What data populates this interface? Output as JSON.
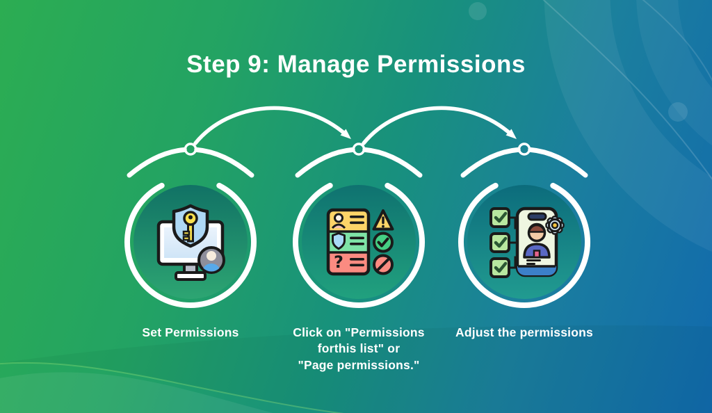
{
  "title": "Step 9: Manage Permissions",
  "steps": [
    {
      "caption": "Set Permissions",
      "icon": "monitor-shield-key-icon"
    },
    {
      "caption": "Click on \"Permissions\nforthis list\" or\n\"Page permissions.\"",
      "icon": "permission-list-icon"
    },
    {
      "caption": "Adjust the permissions",
      "icon": "phone-checklist-icon"
    }
  ],
  "colors": {
    "background_green": "#2cad52",
    "background_blue": "#1169ad",
    "ring_and_text": "#ffffff",
    "inner_circle_teal_top": "#0f7270",
    "inner_circle_teal_bottom": "#24a177",
    "icon_yellow": "#fcd468",
    "icon_green": "#7ee3a6",
    "icon_red": "#fb8b81",
    "icon_blue": "#aed8f5",
    "outline_black": "#1a1a1a"
  }
}
